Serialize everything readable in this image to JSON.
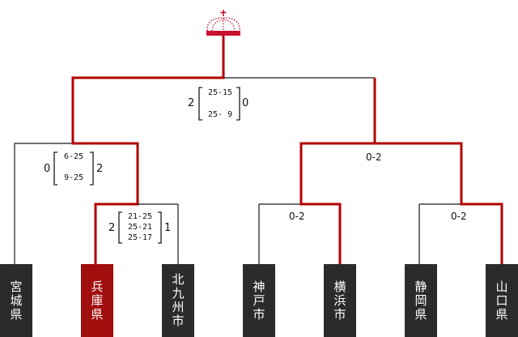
{
  "teams": [
    {
      "name": "宮城県",
      "winner": false
    },
    {
      "name": "兵庫県",
      "winner": true
    },
    {
      "name": "北九州市",
      "winner": false
    },
    {
      "name": "神戸市",
      "winner": false
    },
    {
      "name": "横浜市",
      "winner": false
    },
    {
      "name": "静岡県",
      "winner": false
    },
    {
      "name": "山口県",
      "winner": false
    }
  ],
  "matches": {
    "r1_hyogo_kitakyushu": {
      "left": "2",
      "right": "1",
      "sets": [
        "21-25",
        "25-21",
        "25-17"
      ]
    },
    "semi_miyagi_hyogo": {
      "left": "0",
      "right": "2",
      "sets": [
        "6-25",
        "9-25"
      ]
    },
    "final": {
      "left": "2",
      "right": "0",
      "sets": [
        "25-15",
        "25- 9"
      ]
    },
    "r1_kobe_yokohama": {
      "result": "0-2"
    },
    "r1_shizuoka_yamaguchi": {
      "result": "0-2"
    },
    "semi_right": {
      "result": "0-2"
    }
  },
  "colors": {
    "win_line": "#b30000",
    "lose_line": "#1a1a1a",
    "team_box": "#2b2b2b",
    "winner_box": "#a00e0e",
    "crown": "#c8102e"
  },
  "icons": {
    "trophy": "crown-icon"
  }
}
